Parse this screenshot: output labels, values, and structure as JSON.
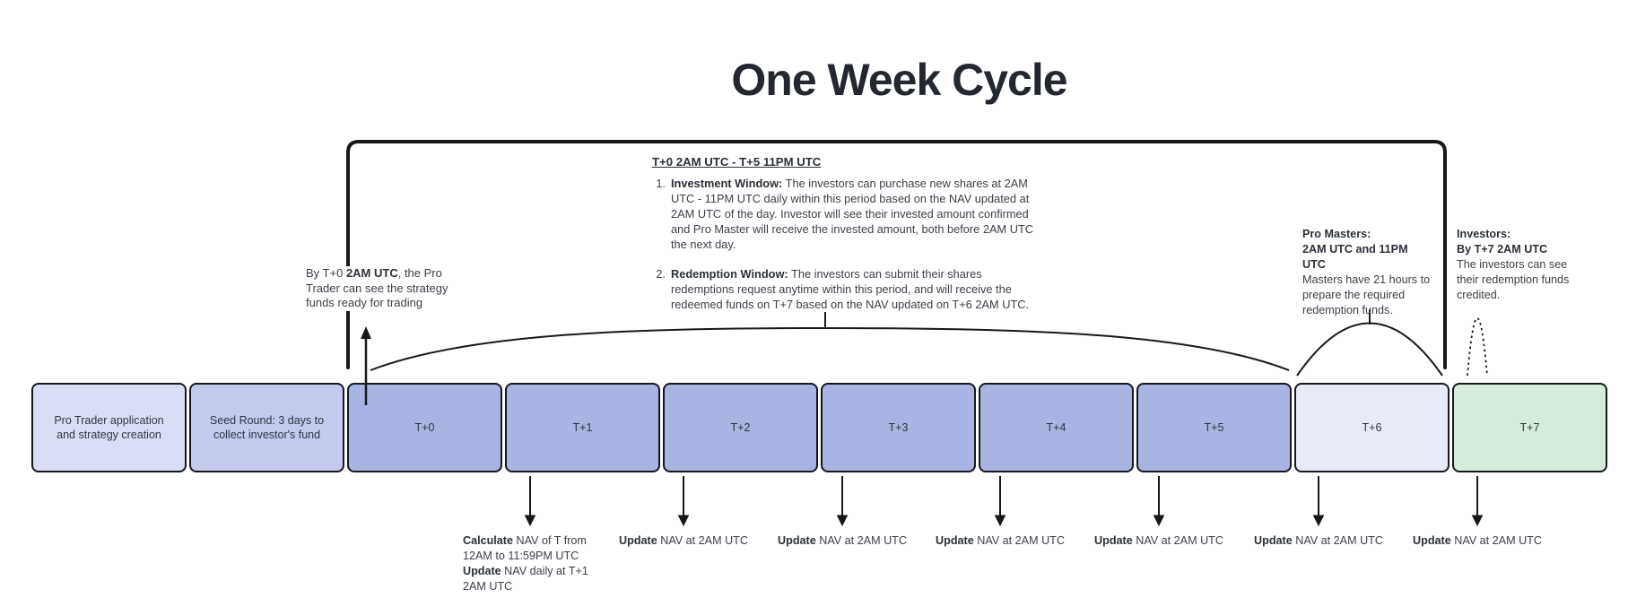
{
  "title": "One Week Cycle",
  "colors": {
    "box_app": "#dadef5",
    "box_seed": "#c3caee",
    "box_day": "#a9b4e3",
    "box_t6": "#e7ebf8",
    "box_t7": "#d6ecda",
    "line": "#16181c",
    "accent_text": "#2b3038"
  },
  "window_note": {
    "heading": "T+0 2AM UTC - T+5 11PM UTC",
    "items": [
      {
        "num": "1.",
        "label": "Investment Window:",
        "body": " The investors can purchase new shares at 2AM UTC - 11PM UTC daily within this period based on the NAV updated at 2AM UTC of the day. Investor will see their invested amount confirmed and Pro Master will receive the invested amount, both before 2AM UTC the next day."
      },
      {
        "num": "2.",
        "label": "Redemption Window:",
        "body": " The investors can submit their shares redemptions request anytime within this period, and will receive the redeemed funds on T+7 based on the NAV updated on T+6 2AM UTC."
      }
    ]
  },
  "pro_trader_note": {
    "prefix": "By T+0 ",
    "bold": "2AM UTC",
    "suffix": ", the Pro Trader can see the strategy funds ready for trading"
  },
  "pro_masters_note": {
    "title": "Pro Masters:",
    "subtitle": "2AM UTC and 11PM UTC",
    "body": "Masters have 21 hours to prepare the required redemption funds."
  },
  "investors_note": {
    "title": "Investors:",
    "subtitle": "By T+7 2AM UTC",
    "body": "The investors can see their redemption funds credited."
  },
  "timeline": {
    "boxes": [
      {
        "label": "Pro Trader application and strategy creation"
      },
      {
        "label": "Seed Round: 3 days  to collect investor's fund"
      },
      {
        "label": "T+0"
      },
      {
        "label": "T+1"
      },
      {
        "label": "T+2"
      },
      {
        "label": "T+3"
      },
      {
        "label": "T+4"
      },
      {
        "label": "T+5"
      },
      {
        "label": "T+6"
      },
      {
        "label": "T+7"
      }
    ]
  },
  "nav_notes": {
    "calculate": {
      "bold1": "Calculate",
      "text1": " NAV of T from 12AM to 11:59PM UTC",
      "bold2": "Update",
      "text2": " NAV daily at T+1 2AM UTC"
    },
    "updates": [
      {
        "bold": "Update",
        "text": " NAV at 2AM UTC"
      },
      {
        "bold": "Update",
        "text": " NAV at 2AM UTC"
      },
      {
        "bold": "Update",
        "text": " NAV at 2AM UTC"
      },
      {
        "bold": "Update",
        "text": " NAV at 2AM UTC"
      },
      {
        "bold": "Update",
        "text": " NAV at 2AM UTC"
      },
      {
        "bold": "Update",
        "text": " NAV at 2AM UTC"
      }
    ]
  }
}
